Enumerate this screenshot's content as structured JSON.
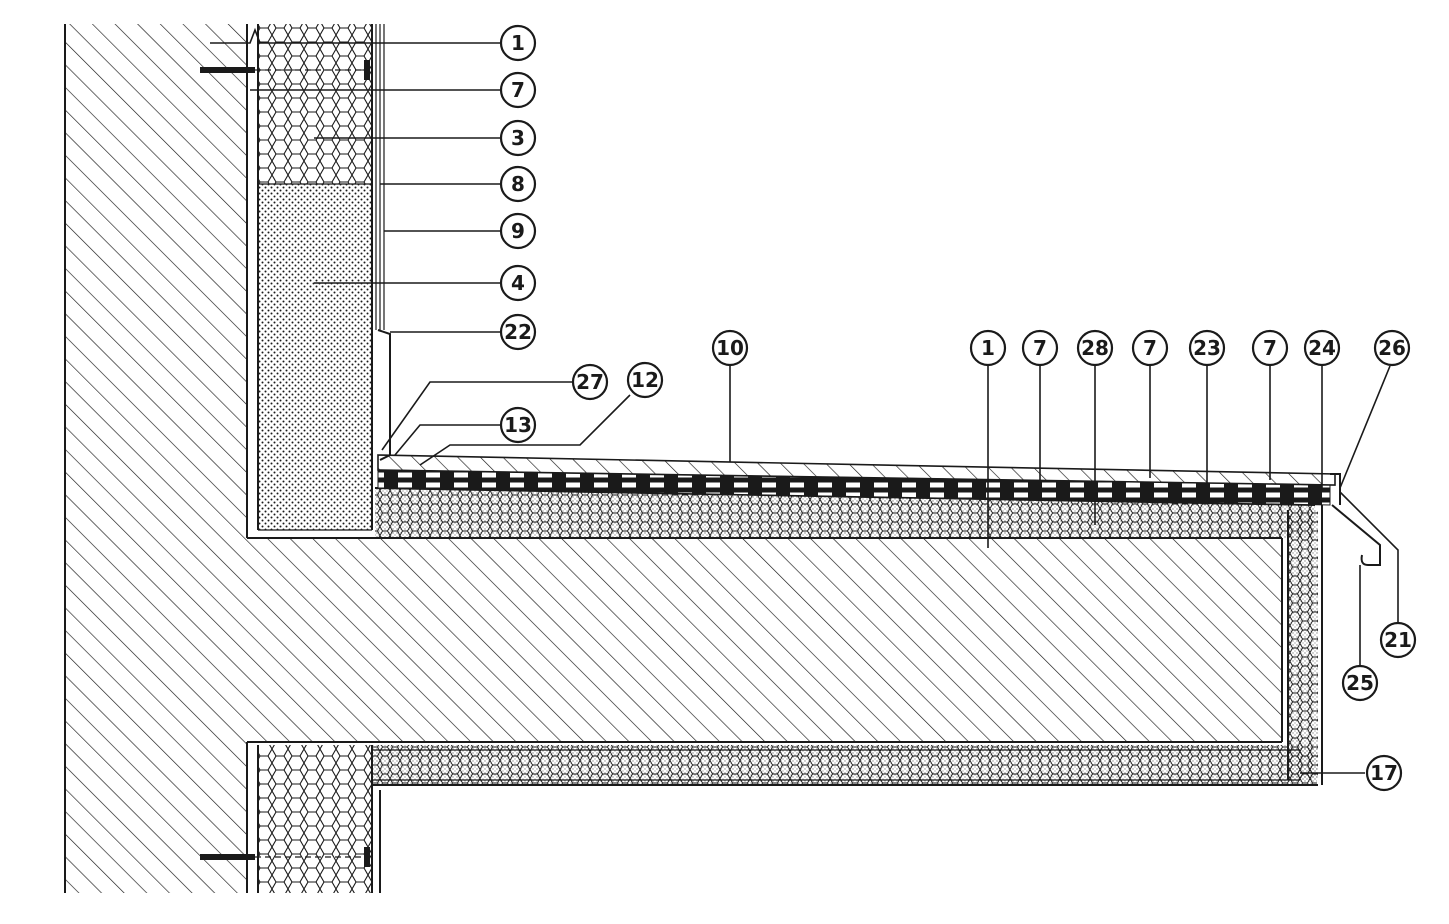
{
  "callouts": [
    {
      "id": "c-1-top",
      "label": "1"
    },
    {
      "id": "c-7-top",
      "label": "7"
    },
    {
      "id": "c-3",
      "label": "3"
    },
    {
      "id": "c-8",
      "label": "8"
    },
    {
      "id": "c-9",
      "label": "9"
    },
    {
      "id": "c-4",
      "label": "4"
    },
    {
      "id": "c-22",
      "label": "22"
    },
    {
      "id": "c-27",
      "label": "27"
    },
    {
      "id": "c-12",
      "label": "12"
    },
    {
      "id": "c-13",
      "label": "13"
    },
    {
      "id": "c-10",
      "label": "10"
    },
    {
      "id": "c-1-slab",
      "label": "1"
    },
    {
      "id": "c-7-a",
      "label": "7"
    },
    {
      "id": "c-28",
      "label": "28"
    },
    {
      "id": "c-7-b",
      "label": "7"
    },
    {
      "id": "c-23",
      "label": "23"
    },
    {
      "id": "c-7-c",
      "label": "7"
    },
    {
      "id": "c-24",
      "label": "24"
    },
    {
      "id": "c-26",
      "label": "26"
    },
    {
      "id": "c-21",
      "label": "21"
    },
    {
      "id": "c-25",
      "label": "25"
    },
    {
      "id": "c-17",
      "label": "17"
    }
  ],
  "colors": {
    "line": "#1a1a1a",
    "background": "#ffffff"
  }
}
